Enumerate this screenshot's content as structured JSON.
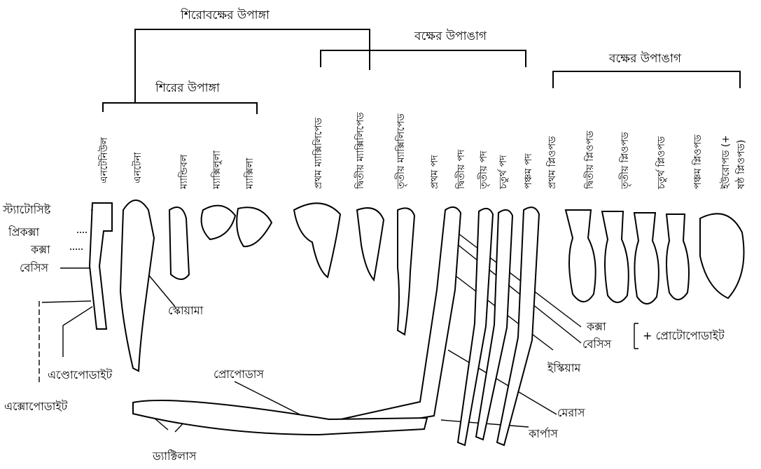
{
  "groups": {
    "cephalothorax": "শিরোবক্ষের উপাঙ্গা",
    "head": "শিরের উপাঙ্গা",
    "thorax": "বক্ষের উপাঙাগ",
    "abdomen": "বক্ষের উপাঙাগ"
  },
  "appendages": [
    "এনটেনিউল",
    "এনটেনা",
    "ম্যান্ডিবল",
    "ম্যাক্সিলুলা",
    "ম্যাক্সিলা",
    "প্রথম ম্যাক্সিলিপেড",
    "দ্বিতীয় ম্যাক্সিলিপেড",
    "তৃতীয় ম্যাক্সিলিপেড",
    "প্রথম পদ",
    "দ্বিতীয় পদ",
    "তৃতীয় পদ",
    "চতুর্থ পদ",
    "পঞ্চম পদ",
    "প্রথম প্লিওপড",
    "দ্বিতীয় প্লিওপড",
    "তৃতীয় প্লিওপড",
    "চতুর্থ প্লিওপড",
    "পঞ্চম প্লিওপড",
    "ইউরোপড (+",
    "ষষ্ঠ প্লিওপড)"
  ],
  "parts": {
    "statocyst": "স্ট্যাটোসিষ্ট",
    "precoxa": "প্রিকক্সা",
    "coxa_left": "কক্সা",
    "basis_left": "বেসিস",
    "scaphocerite": "স্কোয়ামা",
    "endopodite": "এণ্ডোপোডাইট",
    "exopodite": "এক্সোপোডাইট",
    "propodus": "প্রোপোডাস",
    "dactylus": "ড্যাক্টিলাস",
    "coxa_right": "কক্সা",
    "basis_right": "বেসিস",
    "protopodite": "+ প্রোটোপোডাইট",
    "ischium": "ইস্কিয়াম",
    "merus": "মেরাস",
    "carpus": "কার্পাস"
  }
}
